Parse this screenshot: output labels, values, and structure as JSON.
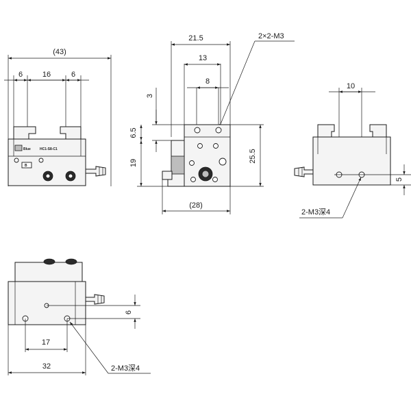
{
  "front_view": {
    "dims": {
      "overall_width": "(43)",
      "left_jaw": "6",
      "gap": "16",
      "right_jaw": "6"
    },
    "model_label": "HC1-S8-C1",
    "brand_label": "Blue",
    "small_label": "B"
  },
  "side_view": {
    "dims": {
      "w21_5": "21.5",
      "w13": "13",
      "w8": "8",
      "h3": "3",
      "h6_5": "6.5",
      "h19": "19",
      "h25_5": "25.5",
      "w28": "(28)"
    },
    "callout": "2×2-M3"
  },
  "right_view": {
    "dims": {
      "w10": "10",
      "h5": "5"
    },
    "callout": "2-M3深4"
  },
  "bottom_view": {
    "dims": {
      "w17": "17",
      "w32": "32",
      "h6": "6"
    },
    "callout": "2-M3深4"
  }
}
